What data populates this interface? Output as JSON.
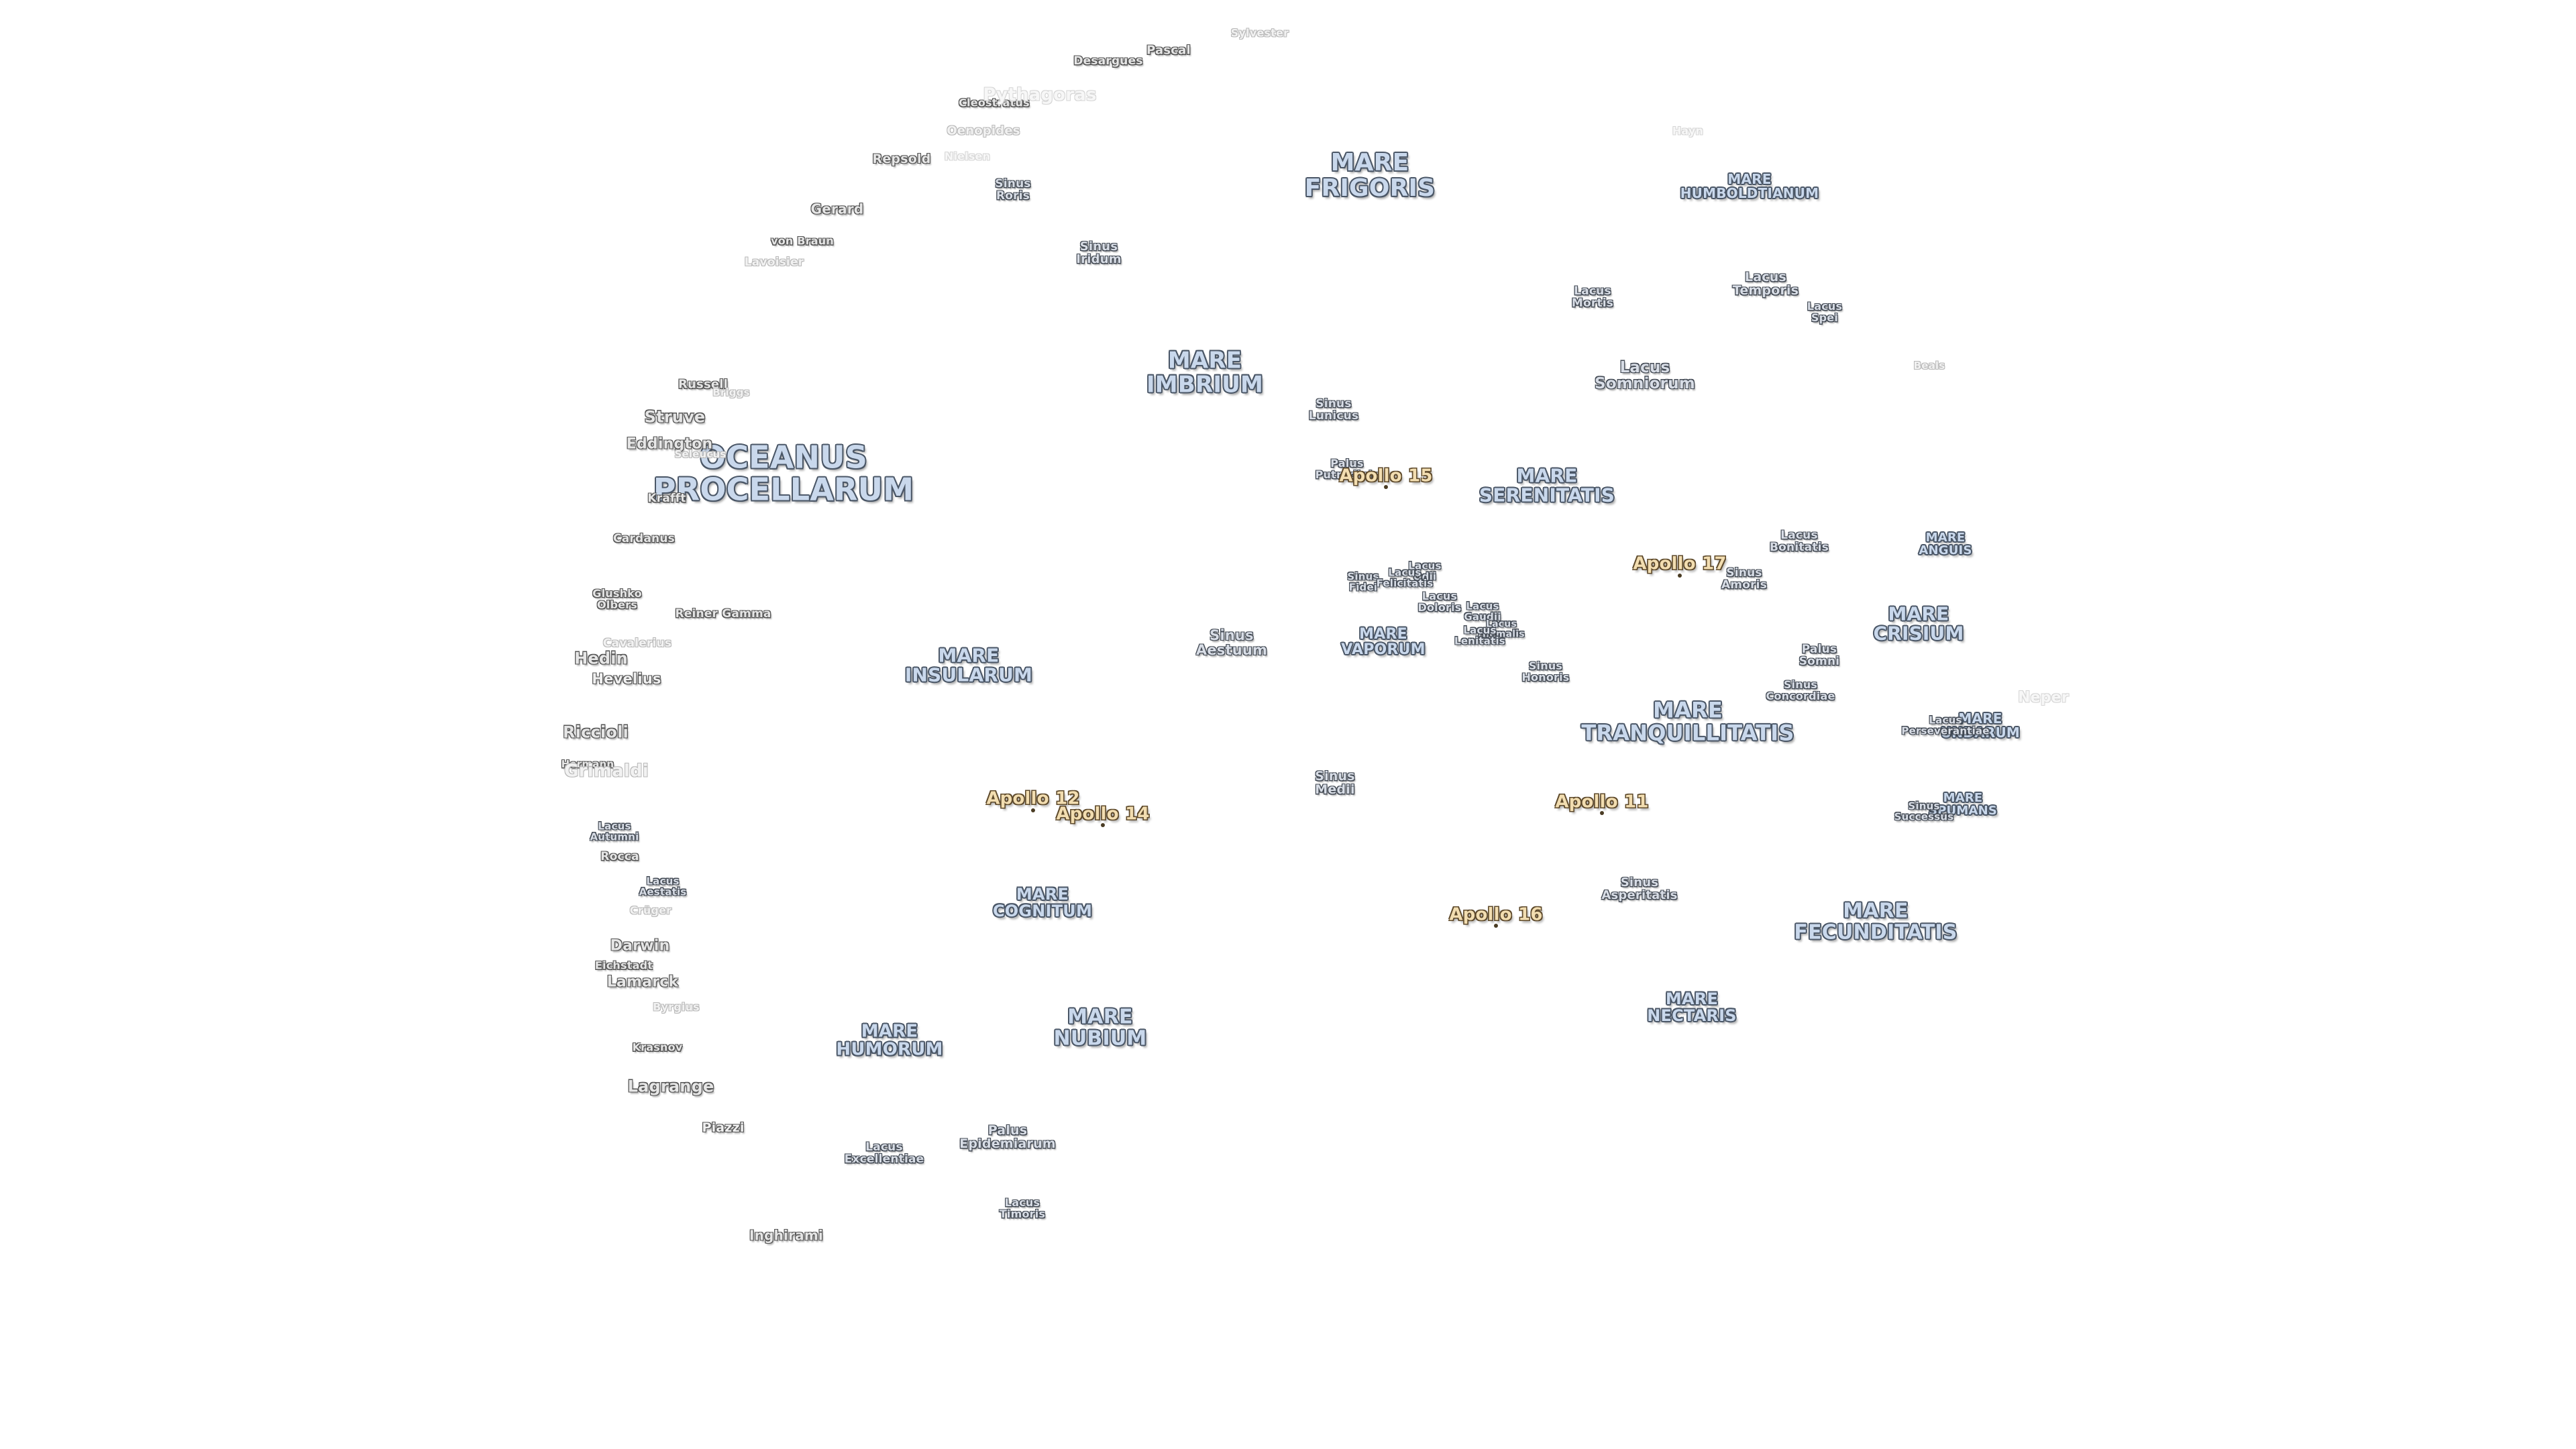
{
  "map": {
    "type": "lunar-nearside-label-map",
    "colors": {
      "background": "#ffffff",
      "mare_fill": "#c9d8ec",
      "mare_outline": "#4a5666",
      "minor_outline": "#444b55",
      "crater_outline": "#555555",
      "apollo_fill": "#f2ddb0",
      "apollo_outline": "#5e4a2c"
    },
    "maria": [
      {
        "name": "MARE\nFRIGORIS"
      },
      {
        "name": "MARE\nIMBRIUM"
      },
      {
        "name": "OCEANUS\nPROCELLARUM"
      },
      {
        "name": "MARE\nSERENITATIS"
      },
      {
        "name": "MARE\nHUMBOLDTIANUM"
      },
      {
        "name": "MARE\nANGUIS"
      },
      {
        "name": "MARE\nCRISIUM"
      },
      {
        "name": "MARE\nINSULARUM"
      },
      {
        "name": "MARE\nVAPORUM"
      },
      {
        "name": "MARE\nTRANQUILLITATIS"
      },
      {
        "name": "MARE\nUNDARUM"
      },
      {
        "name": "MARE\nSPUMANS"
      },
      {
        "name": "MARE\nCOGNITUM"
      },
      {
        "name": "MARE\nFECUNDITATIS"
      },
      {
        "name": "MARE\nNECTARIS"
      },
      {
        "name": "MARE\nNUBIUM"
      },
      {
        "name": "MARE\nHUMORUM"
      }
    ],
    "minor_features": [
      {
        "name": "Sinus\nRoris"
      },
      {
        "name": "Sinus\nIridum"
      },
      {
        "name": "Lacus\nMortis"
      },
      {
        "name": "Lacus\nTemporis"
      },
      {
        "name": "Lacus\nSpei"
      },
      {
        "name": "Lacus\nSomniorum"
      },
      {
        "name": "Sinus\nLunicus"
      },
      {
        "name": "Palus\nPutredinis"
      },
      {
        "name": "Lacus\nBonitatis"
      },
      {
        "name": "Sinus\nAmoris"
      },
      {
        "name": "Lacus\nOdii"
      },
      {
        "name": "Sinus\nFidei"
      },
      {
        "name": "Lacus\nFelicitatis"
      },
      {
        "name": "Lacus\nDoloris"
      },
      {
        "name": "Lacus\nGaudii"
      },
      {
        "name": "Lacus\nHiemalis"
      },
      {
        "name": "Lacus\nLenitatis"
      },
      {
        "name": "Sinus\nAestuum"
      },
      {
        "name": "Sinus\nHonoris"
      },
      {
        "name": "Palus\nSomni"
      },
      {
        "name": "Sinus\nConcordiae"
      },
      {
        "name": "Lacus\nPerseverantiae"
      },
      {
        "name": "Sinus\nMedii"
      },
      {
        "name": "Sinus\nSuccessus"
      },
      {
        "name": "Sinus\nAsperitatis"
      },
      {
        "name": "Lacus\nAutumni"
      },
      {
        "name": "Lacus\nAestatis"
      },
      {
        "name": "Lacus\nExcellentiae"
      },
      {
        "name": "Palus\nEpidemiarum"
      },
      {
        "name": "Lacus\nTimoris"
      }
    ],
    "craters": [
      {
        "name": "Pascal"
      },
      {
        "name": "Desargues"
      },
      {
        "name": "Cleostratus"
      },
      {
        "name": "Repsold"
      },
      {
        "name": "Gerard"
      },
      {
        "name": "von Braun"
      },
      {
        "name": "Russell"
      },
      {
        "name": "Struve"
      },
      {
        "name": "Eddington"
      },
      {
        "name": "Krafft"
      },
      {
        "name": "Cardanus"
      },
      {
        "name": "Glushko\nOlbers"
      },
      {
        "name": "Reiner Gamma"
      },
      {
        "name": "Hedin"
      },
      {
        "name": "Hevelius"
      },
      {
        "name": "Riccioli"
      },
      {
        "name": "Hermann"
      },
      {
        "name": "Rocca"
      },
      {
        "name": "Darwin"
      },
      {
        "name": "Eichstadt"
      },
      {
        "name": "Lamarck"
      },
      {
        "name": "Krasnov"
      },
      {
        "name": "Lagrange"
      },
      {
        "name": "Piazzi"
      },
      {
        "name": "Inghirami"
      }
    ],
    "faint_craters": [
      {
        "name": "Sylvester"
      },
      {
        "name": "Pythagoras"
      },
      {
        "name": "Oenopides"
      },
      {
        "name": "Nielsen"
      },
      {
        "name": "Lavoisier"
      },
      {
        "name": "Briggs"
      },
      {
        "name": "Seleucus"
      },
      {
        "name": "Cavalerius"
      },
      {
        "name": "Grimaldi"
      },
      {
        "name": "Crüger"
      },
      {
        "name": "Byrgius"
      },
      {
        "name": "Hayn"
      },
      {
        "name": "Neper"
      },
      {
        "name": "Beals"
      }
    ],
    "apollo_sites": [
      {
        "name": "Apollo 15"
      },
      {
        "name": "Apollo 17"
      },
      {
        "name": "Apollo 12"
      },
      {
        "name": "Apollo 14"
      },
      {
        "name": "Apollo 11"
      },
      {
        "name": "Apollo 16"
      }
    ]
  }
}
